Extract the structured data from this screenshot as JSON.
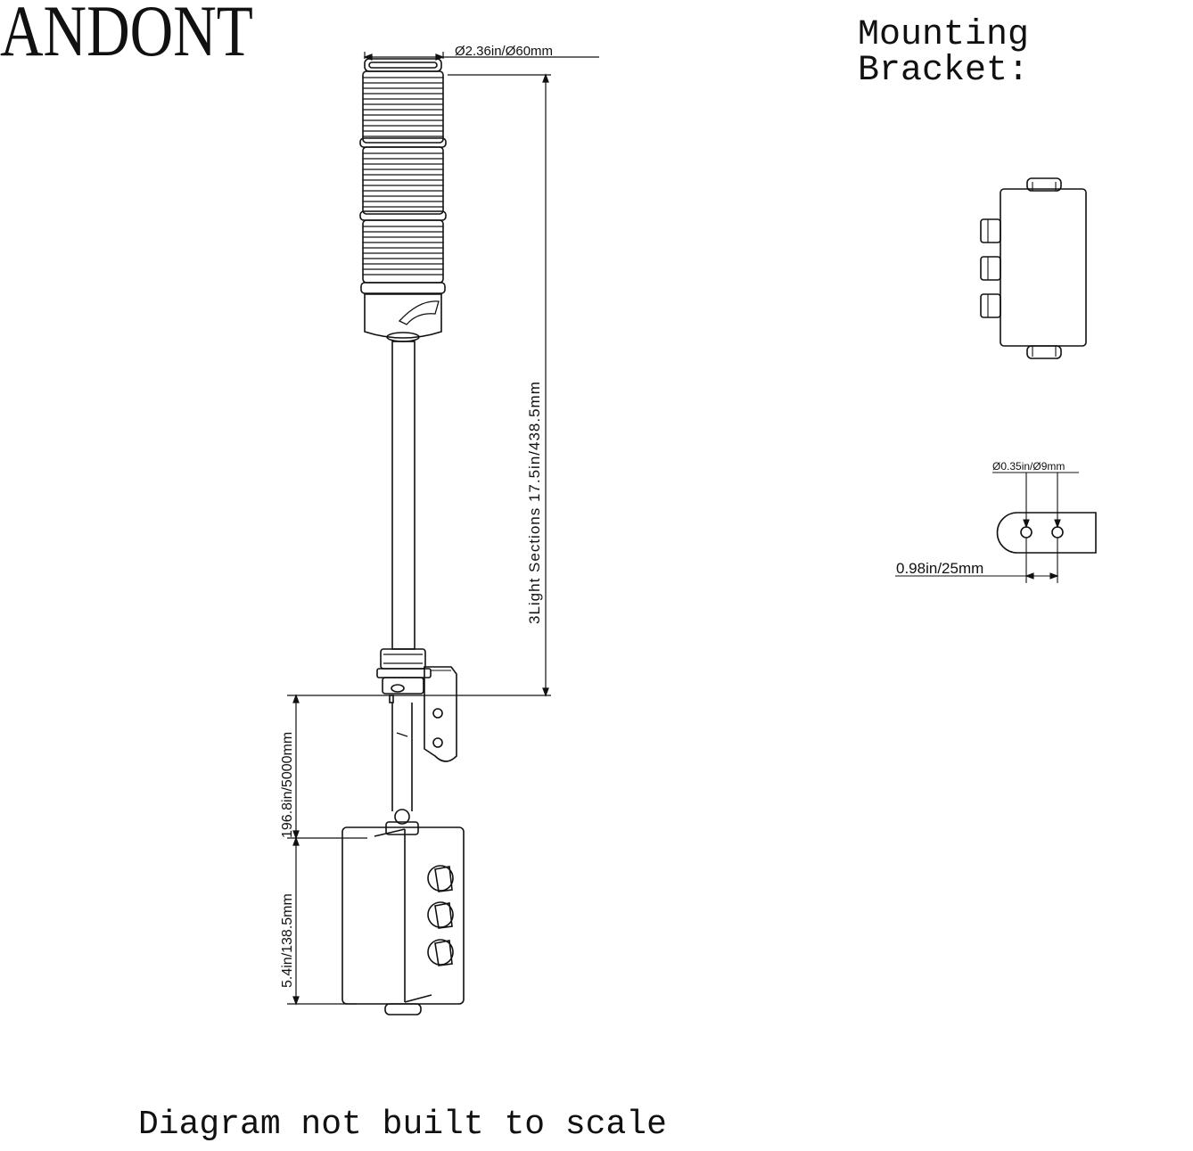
{
  "brand": "ANDONT",
  "mounting_heading": "Mounting Bracket:",
  "footer_note": "Diagram not built to scale",
  "dimensions": {
    "lamp_diameter": "Ø2.36in/Ø60mm",
    "tower_height": "3Light Sections 17.5in/438.5mm",
    "cable_length": "196.8in/5000mm",
    "box_height": "5.4in/138.5mm",
    "hole_diameter": "Ø0.35in/Ø9mm",
    "hole_spacing": "0.98in/25mm"
  },
  "colors": {
    "line": "#111111",
    "background": "#ffffff"
  }
}
